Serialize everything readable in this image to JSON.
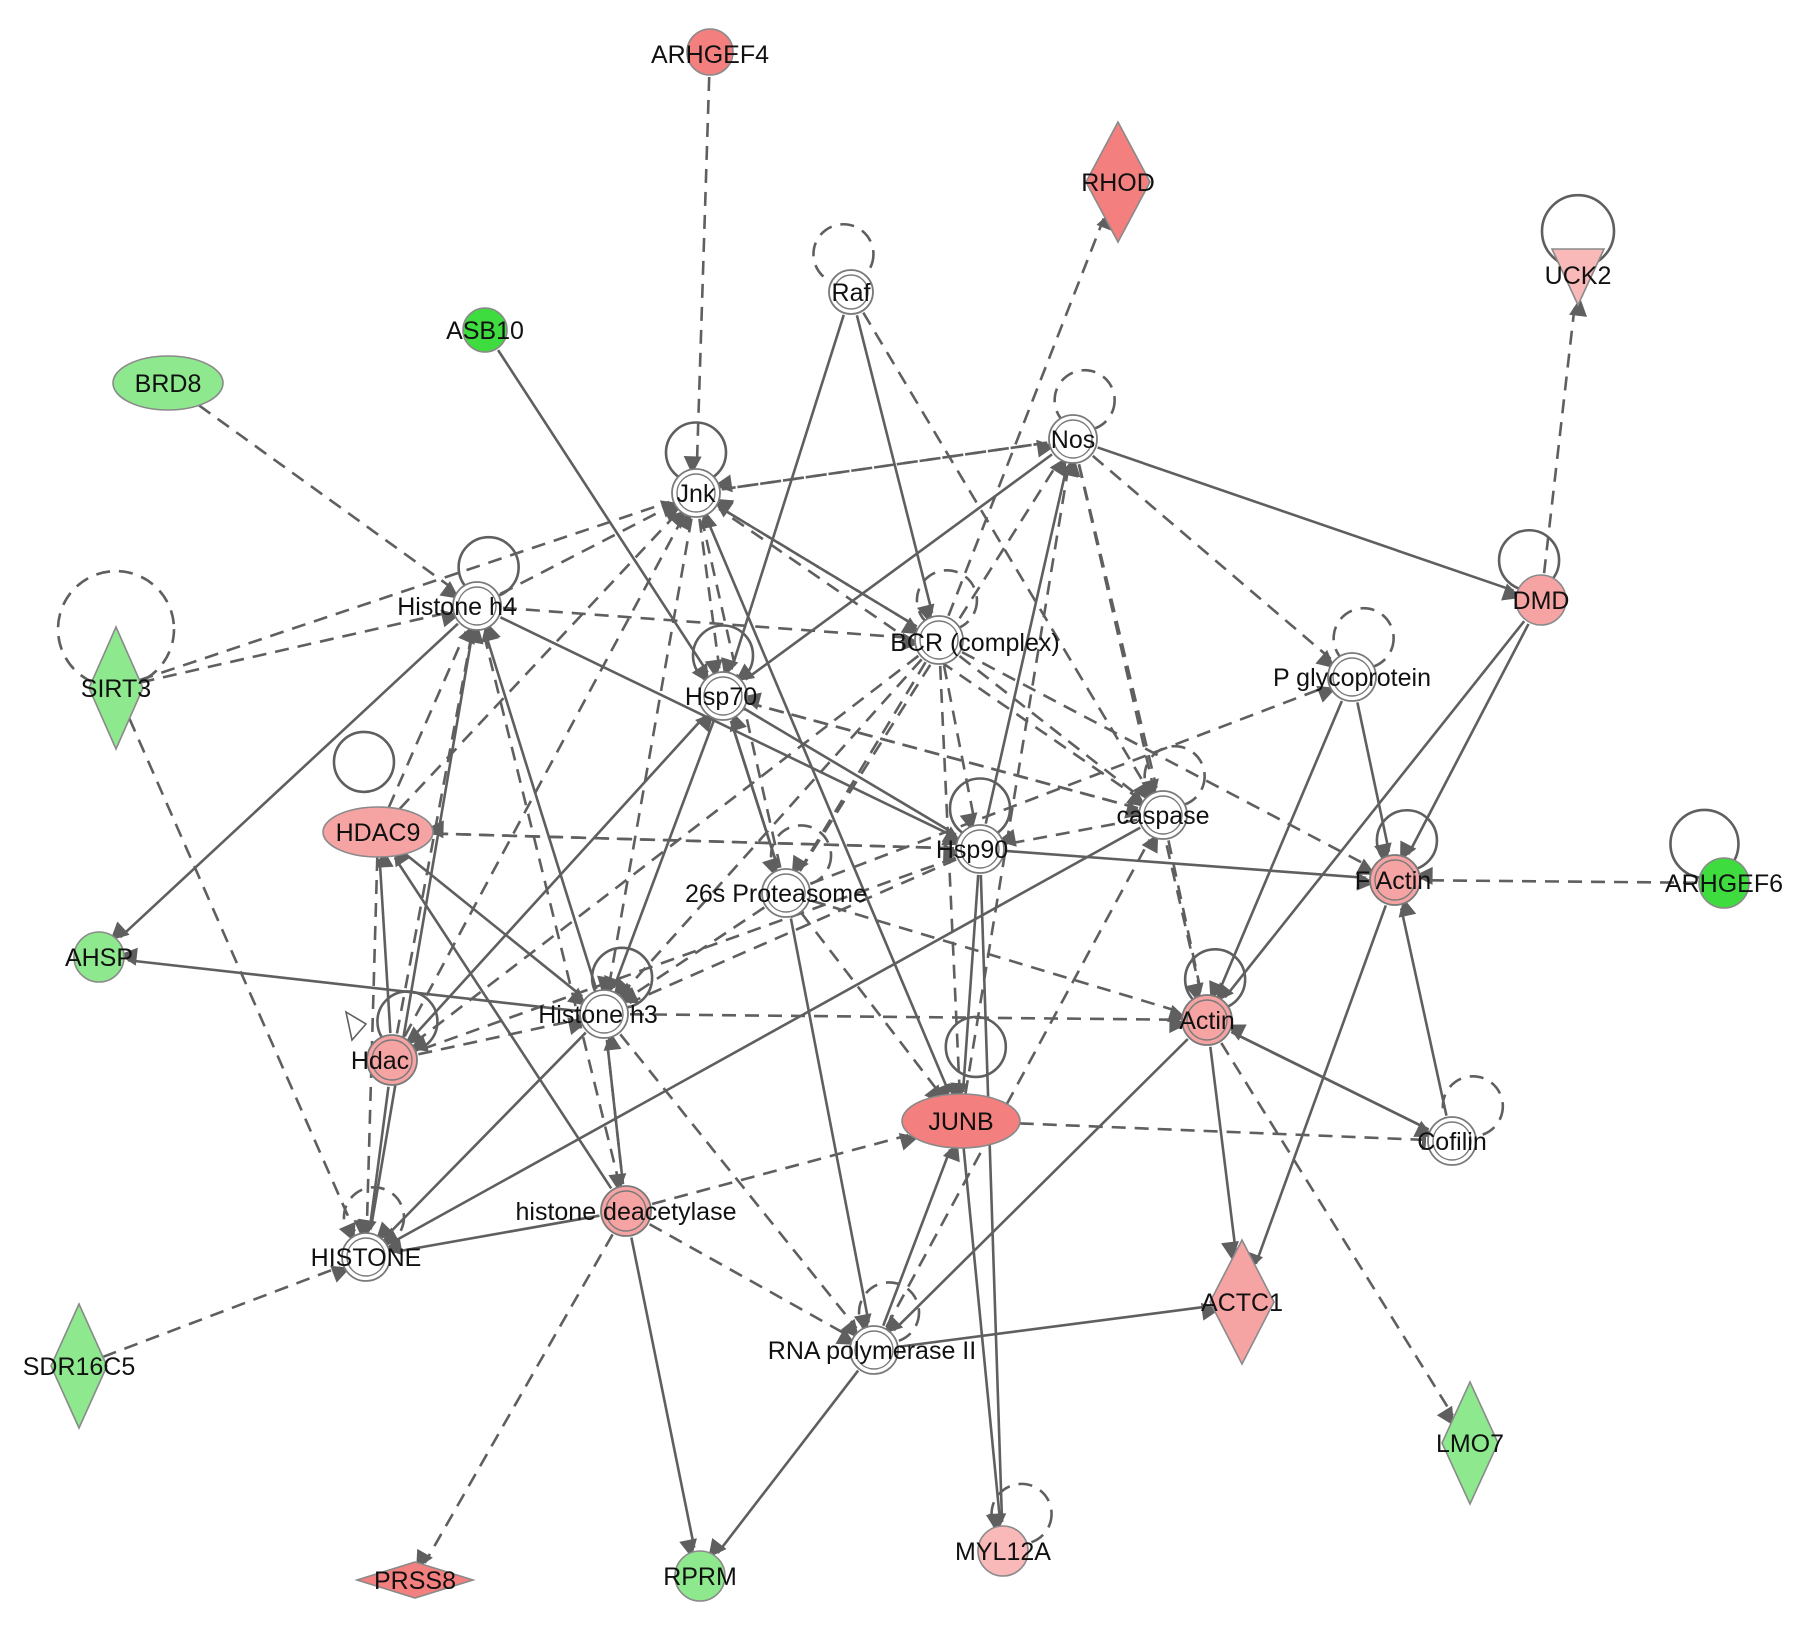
{
  "colors": {
    "up_strong": "#f47f7f",
    "up": "#f6a3a3",
    "up_light": "#f9b9b9",
    "down_strong": "#3fdc3f",
    "down": "#8ee98e",
    "neutral": "#ffffff",
    "edge": "#5f5f5f"
  },
  "nodes": [
    {
      "id": "ARHGEF4",
      "label": "ARHGEF4",
      "shape": "circle",
      "fill": "up_strong"
    },
    {
      "id": "RHOD",
      "label": "RHOD",
      "shape": "diamond",
      "fill": "up_strong"
    },
    {
      "id": "UCK2",
      "label": "UCK2",
      "shape": "triangle",
      "fill": "up_light"
    },
    {
      "id": "Raf",
      "label": "Raf",
      "shape": "ring",
      "fill": "neutral"
    },
    {
      "id": "ASB10",
      "label": "ASB10",
      "shape": "circle",
      "fill": "down_strong"
    },
    {
      "id": "BRD8",
      "label": "BRD8",
      "shape": "ellipse",
      "fill": "down"
    },
    {
      "id": "Nos",
      "label": "Nos",
      "shape": "ring",
      "fill": "neutral"
    },
    {
      "id": "Jnk",
      "label": "Jnk",
      "shape": "ring",
      "fill": "neutral"
    },
    {
      "id": "Histone_h4",
      "label": "Histone h4",
      "shape": "ring",
      "fill": "neutral"
    },
    {
      "id": "SIRT3",
      "label": "SIRT3",
      "shape": "diamond",
      "fill": "down"
    },
    {
      "id": "DMD",
      "label": "DMD",
      "shape": "circle",
      "fill": "up"
    },
    {
      "id": "BCR",
      "label": "BCR (complex)",
      "shape": "ring",
      "fill": "neutral"
    },
    {
      "id": "Hsp70",
      "label": "Hsp70",
      "shape": "ring",
      "fill": "neutral"
    },
    {
      "id": "Pgp",
      "label": "P glycoprotein",
      "shape": "ring",
      "fill": "neutral"
    },
    {
      "id": "caspase",
      "label": "caspase",
      "shape": "ring",
      "fill": "neutral"
    },
    {
      "id": "HDAC9",
      "label": "HDAC9",
      "shape": "ellipse",
      "fill": "up"
    },
    {
      "id": "Hsp90",
      "label": "Hsp90",
      "shape": "ring",
      "fill": "neutral"
    },
    {
      "id": "Proteasome",
      "label": "26s Proteasome",
      "shape": "ring",
      "fill": "neutral"
    },
    {
      "id": "FActin",
      "label": "F Actin",
      "shape": "ring",
      "fill": "up"
    },
    {
      "id": "ARHGEF6",
      "label": "ARHGEF6",
      "shape": "circle",
      "fill": "down_strong"
    },
    {
      "id": "AHSP",
      "label": "AHSP",
      "shape": "circle",
      "fill": "down"
    },
    {
      "id": "Histone_h3",
      "label": "Histone h3",
      "shape": "ring",
      "fill": "neutral"
    },
    {
      "id": "Actin",
      "label": "Actin",
      "shape": "ring",
      "fill": "up"
    },
    {
      "id": "Hdac",
      "label": "Hdac",
      "shape": "ring",
      "fill": "up"
    },
    {
      "id": "JUNB",
      "label": "JUNB",
      "shape": "ellipse",
      "fill": "up_strong"
    },
    {
      "id": "Cofilin",
      "label": "Cofilin",
      "shape": "ring",
      "fill": "neutral"
    },
    {
      "id": "histone_deacetylase",
      "label": "histone deacetylase",
      "shape": "ring",
      "fill": "up"
    },
    {
      "id": "HISTONE",
      "label": "HISTONE",
      "shape": "ring",
      "fill": "neutral"
    },
    {
      "id": "SDR16C5",
      "label": "SDR16C5",
      "shape": "diamond",
      "fill": "down"
    },
    {
      "id": "ACTC1",
      "label": "ACTC1",
      "shape": "diamond",
      "fill": "up"
    },
    {
      "id": "RNApol",
      "label": "RNA polymerase II",
      "shape": "ring",
      "fill": "neutral"
    },
    {
      "id": "LMO7",
      "label": "LMO7",
      "shape": "diamond",
      "fill": "down"
    },
    {
      "id": "PRSS8",
      "label": "PRSS8",
      "shape": "diamond",
      "fill": "up_strong"
    },
    {
      "id": "RPRM",
      "label": "RPRM",
      "shape": "circle",
      "fill": "down"
    },
    {
      "id": "MYL12A",
      "label": "MYL12A",
      "shape": "circle",
      "fill": "up_light"
    }
  ],
  "edges": [
    {
      "from": "ARHGEF4",
      "to": "Jnk",
      "style": "dashed"
    },
    {
      "from": "BRD8",
      "to": "Histone_h4",
      "style": "dashed"
    },
    {
      "from": "ASB10",
      "to": "Hsp70",
      "style": "solid"
    },
    {
      "from": "SIRT3",
      "to": "Histone_h4",
      "style": "dashed"
    },
    {
      "from": "SIRT3",
      "to": "Jnk",
      "style": "dashed"
    },
    {
      "from": "SIRT3",
      "to": "HISTONE",
      "style": "dashed"
    },
    {
      "from": "Histone_h4",
      "to": "Jnk",
      "style": "dashed"
    },
    {
      "from": "Histone_h4",
      "to": "AHSP",
      "style": "solid"
    },
    {
      "from": "Histone_h4",
      "to": "Hsp90",
      "style": "solid"
    },
    {
      "from": "Histone_h4",
      "to": "BCR",
      "style": "dashed"
    },
    {
      "from": "Histone_h4",
      "to": "HISTONE",
      "style": "solid"
    },
    {
      "from": "Nos",
      "to": "Jnk",
      "style": "dashed"
    },
    {
      "from": "Jnk",
      "to": "Nos",
      "style": "dashed"
    },
    {
      "from": "Nos",
      "to": "DMD",
      "style": "solid"
    },
    {
      "from": "Nos",
      "to": "Pgp",
      "style": "dashed"
    },
    {
      "from": "Nos",
      "to": "caspase",
      "style": "dashed"
    },
    {
      "from": "Nos",
      "to": "Hsp70",
      "style": "solid"
    },
    {
      "from": "Nos",
      "to": "Actin",
      "style": "dashed"
    },
    {
      "from": "Hsp90",
      "to": "Nos",
      "style": "solid"
    },
    {
      "from": "Proteasome",
      "to": "Nos",
      "style": "dashed"
    },
    {
      "from": "JUNB",
      "to": "Nos",
      "style": "dashed"
    },
    {
      "from": "Raf",
      "to": "BCR",
      "style": "solid"
    },
    {
      "from": "Raf",
      "to": "Hsp70",
      "style": "solid"
    },
    {
      "from": "Raf",
      "to": "caspase",
      "style": "dashed"
    },
    {
      "from": "BCR",
      "to": "RHOD",
      "style": "dashed"
    },
    {
      "from": "DMD",
      "to": "UCK2",
      "style": "dashed"
    },
    {
      "from": "DMD",
      "to": "Actin",
      "style": "solid"
    },
    {
      "from": "DMD",
      "to": "FActin",
      "style": "solid"
    },
    {
      "from": "Jnk",
      "to": "BCR",
      "style": "dashed"
    },
    {
      "from": "BCR",
      "to": "Jnk",
      "style": "dashed"
    },
    {
      "from": "Jnk",
      "to": "Hsp70",
      "style": "dashed"
    },
    {
      "from": "Jnk",
      "to": "JUNB",
      "style": "solid"
    },
    {
      "from": "Jnk",
      "to": "Histone_h3",
      "style": "dashed"
    },
    {
      "from": "Hdac",
      "to": "Jnk",
      "style": "dashed"
    },
    {
      "from": "HDAC9",
      "to": "Jnk",
      "style": "dashed"
    },
    {
      "from": "Proteasome",
      "to": "Jnk",
      "style": "dashed"
    },
    {
      "from": "caspase",
      "to": "Jnk",
      "style": "dashed"
    },
    {
      "from": "BCR",
      "to": "Histone_h3",
      "style": "dashed"
    },
    {
      "from": "BCR",
      "to": "Proteasome",
      "style": "dashed"
    },
    {
      "from": "BCR",
      "to": "caspase",
      "style": "dashed"
    },
    {
      "from": "BCR",
      "to": "Hsp90",
      "style": "dashed"
    },
    {
      "from": "BCR",
      "to": "JUNB",
      "style": "dashed"
    },
    {
      "from": "BCR",
      "to": "Hdac",
      "style": "dashed"
    },
    {
      "from": "BCR",
      "to": "FActin",
      "style": "dashed"
    },
    {
      "from": "Hsp70",
      "to": "Proteasome",
      "style": "solid"
    },
    {
      "from": "Proteasome",
      "to": "Hsp70",
      "style": "solid"
    },
    {
      "from": "Hsp70",
      "to": "Histone_h3",
      "style": "solid"
    },
    {
      "from": "Hsp70",
      "to": "caspase",
      "style": "dashed"
    },
    {
      "from": "Hsp70",
      "to": "Hsp90",
      "style": "solid"
    },
    {
      "from": "Hdac",
      "to": "Hsp70",
      "style": "solid"
    },
    {
      "from": "caspase",
      "to": "Hsp70",
      "style": "dashed"
    },
    {
      "from": "Hsp90",
      "to": "Histone_h3",
      "style": "dashed"
    },
    {
      "from": "Hsp90",
      "to": "FActin",
      "style": "solid"
    },
    {
      "from": "Hsp90",
      "to": "Hdac",
      "style": "dashed"
    },
    {
      "from": "Hsp90",
      "to": "JUNB",
      "style": "solid"
    },
    {
      "from": "caspase",
      "to": "Hsp90",
      "style": "dashed"
    },
    {
      "from": "caspase",
      "to": "Actin",
      "style": "dashed"
    },
    {
      "from": "Proteasome",
      "to": "Pgp",
      "style": "dashed"
    },
    {
      "from": "Pgp",
      "to": "Actin",
      "style": "solid"
    },
    {
      "from": "Pgp",
      "to": "FActin",
      "style": "solid"
    },
    {
      "from": "ARHGEF6",
      "to": "FActin",
      "style": "dashed"
    },
    {
      "from": "FActin",
      "to": "ACTC1",
      "style": "solid"
    },
    {
      "from": "Cofilin",
      "to": "FActin",
      "style": "solid"
    },
    {
      "from": "HDAC9",
      "to": "Hsp90",
      "style": "dashed"
    },
    {
      "from": "Hsp90",
      "to": "HDAC9",
      "style": "dashed"
    },
    {
      "from": "HDAC9",
      "to": "Histone_h3",
      "style": "solid"
    },
    {
      "from": "HDAC9",
      "to": "Histone_h4",
      "style": "dashed"
    },
    {
      "from": "Hdac",
      "to": "HDAC9",
      "style": "solid"
    },
    {
      "from": "HDAC9",
      "to": "HISTONE",
      "style": "dashed"
    },
    {
      "from": "histone_deacetylase",
      "to": "HDAC9",
      "style": "solid"
    },
    {
      "from": "Hdac",
      "to": "Histone_h4",
      "style": "dashed"
    },
    {
      "from": "Hdac",
      "to": "Histone_h3",
      "style": "dashed"
    },
    {
      "from": "Hdac",
      "to": "HISTONE",
      "style": "solid"
    },
    {
      "from": "Histone_h3",
      "to": "AHSP",
      "style": "solid"
    },
    {
      "from": "Histone_h3",
      "to": "Histone_h4",
      "style": "solid"
    },
    {
      "from": "Histone_h3",
      "to": "Actin",
      "style": "dashed"
    },
    {
      "from": "Histone_h3",
      "to": "HISTONE",
      "style": "solid"
    },
    {
      "from": "Histone_h3",
      "to": "histone_deacetylase",
      "style": "dashed"
    },
    {
      "from": "histone_deacetylase",
      "to": "Histone_h3",
      "style": "solid"
    },
    {
      "from": "histone_deacetylase",
      "to": "Histone_h4",
      "style": "dashed"
    },
    {
      "from": "histone_deacetylase",
      "to": "HISTONE",
      "style": "solid"
    },
    {
      "from": "histone_deacetylase",
      "to": "JUNB",
      "style": "dashed"
    },
    {
      "from": "histone_deacetylase",
      "to": "RNApol",
      "style": "dashed"
    },
    {
      "from": "histone_deacetylase",
      "to": "PRSS8",
      "style": "dashed"
    },
    {
      "from": "histone_deacetylase",
      "to": "RPRM",
      "style": "solid"
    },
    {
      "from": "Proteasome",
      "to": "Histone_h3",
      "style": "dashed"
    },
    {
      "from": "Proteasome",
      "to": "Actin",
      "style": "dashed"
    },
    {
      "from": "Proteasome",
      "to": "JUNB",
      "style": "dashed"
    },
    {
      "from": "Proteasome",
      "to": "RNApol",
      "style": "solid"
    },
    {
      "from": "Histone_h3",
      "to": "RNApol",
      "style": "dashed"
    },
    {
      "from": "caspase",
      "to": "HISTONE",
      "style": "solid"
    },
    {
      "from": "RNApol",
      "to": "caspase",
      "style": "dashed"
    },
    {
      "from": "JUNB",
      "to": "Cofilin",
      "style": "inhibit"
    },
    {
      "from": "JUNB",
      "to": "MYL12A",
      "style": "solid"
    },
    {
      "from": "Hsp90",
      "to": "MYL12A",
      "style": "solid"
    },
    {
      "from": "RNApol",
      "to": "JUNB",
      "style": "solid"
    },
    {
      "from": "RNApol",
      "to": "ACTC1",
      "style": "solid"
    },
    {
      "from": "RNApol",
      "to": "RPRM",
      "style": "solid"
    },
    {
      "from": "Actin",
      "to": "RNApol",
      "style": "solid"
    },
    {
      "from": "Actin",
      "to": "ACTC1",
      "style": "solid"
    },
    {
      "from": "Actin",
      "to": "LMO7",
      "style": "dashed"
    },
    {
      "from": "Actin",
      "to": "Cofilin",
      "style": "solid"
    },
    {
      "from": "Cofilin",
      "to": "Actin",
      "style": "solid"
    },
    {
      "from": "SDR16C5",
      "to": "HISTONE",
      "style": "dashed"
    }
  ],
  "self_loops": [
    {
      "node": "Raf",
      "style": "dashed"
    },
    {
      "node": "Nos",
      "style": "dashed"
    },
    {
      "node": "Jnk",
      "style": "solid"
    },
    {
      "node": "Histone_h4",
      "style": "solid"
    },
    {
      "node": "SIRT3",
      "style": "dashed"
    },
    {
      "node": "UCK2",
      "style": "solid"
    },
    {
      "node": "DMD",
      "style": "solid"
    },
    {
      "node": "BCR",
      "style": "dashed"
    },
    {
      "node": "Hsp70",
      "style": "solid"
    },
    {
      "node": "Pgp",
      "style": "dashed"
    },
    {
      "node": "caspase",
      "style": "dashed"
    },
    {
      "node": "HDAC9",
      "style": "solid"
    },
    {
      "node": "Hsp90",
      "style": "solid"
    },
    {
      "node": "Proteasome",
      "style": "dashed"
    },
    {
      "node": "FActin",
      "style": "solid"
    },
    {
      "node": "ARHGEF6",
      "style": "solid"
    },
    {
      "node": "Histone_h3",
      "style": "solid"
    },
    {
      "node": "Actin",
      "style": "solid"
    },
    {
      "node": "Hdac",
      "style": "solid"
    },
    {
      "node": "JUNB",
      "style": "solid"
    },
    {
      "node": "Cofilin",
      "style": "dashed"
    },
    {
      "node": "HISTONE",
      "style": "dashed"
    },
    {
      "node": "RNApol",
      "style": "dashed"
    },
    {
      "node": "MYL12A",
      "style": "dashed"
    }
  ]
}
